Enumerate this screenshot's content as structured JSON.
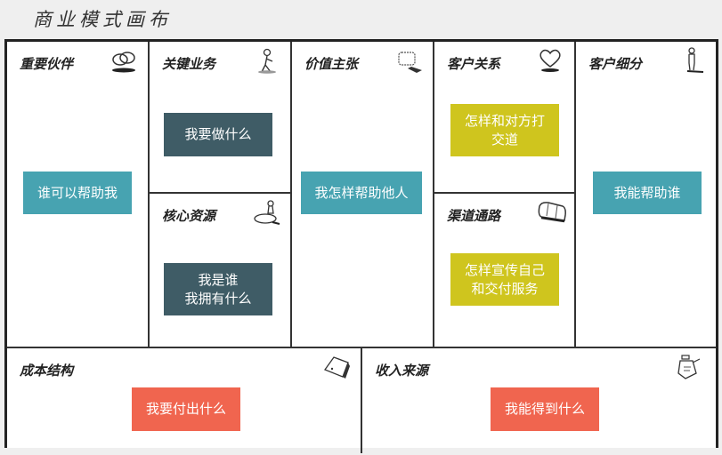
{
  "title": "商业模式画布",
  "colors": {
    "teal": "#47a3b1",
    "slate": "#3f5c66",
    "yellow": "#cfc51e",
    "coral": "#f0654f",
    "border": "#222222"
  },
  "blocks": {
    "key_partners": {
      "heading": "重要伙伴",
      "icon": "chain-link-icon",
      "note": "谁可以帮助我"
    },
    "key_activities": {
      "heading": "关键业务",
      "icon": "worker-icon",
      "note": "我要做什么"
    },
    "key_resources": {
      "heading": "核心资源",
      "icon": "chess-piece-icon",
      "note": "我是谁\n我拥有什么"
    },
    "value_propositions": {
      "heading": "价值主张",
      "icon": "gift-icon",
      "note": "我怎样帮助他人"
    },
    "customer_relationships": {
      "heading": "客户关系",
      "icon": "heart-icon",
      "note": "怎样和对方打\n交道"
    },
    "channels": {
      "heading": "渠道通路",
      "icon": "truck-icon",
      "note": "怎样宣传自己\n和交付服务"
    },
    "customer_segments": {
      "heading": "客户细分",
      "icon": "person-icon",
      "note": "我能帮助谁"
    },
    "cost_structure": {
      "heading": "成本结构",
      "icon": "price-tag-icon",
      "note": "我要付出什么"
    },
    "revenue_streams": {
      "heading": "收入来源",
      "icon": "money-bag-icon",
      "note": "我能得到什么"
    }
  }
}
